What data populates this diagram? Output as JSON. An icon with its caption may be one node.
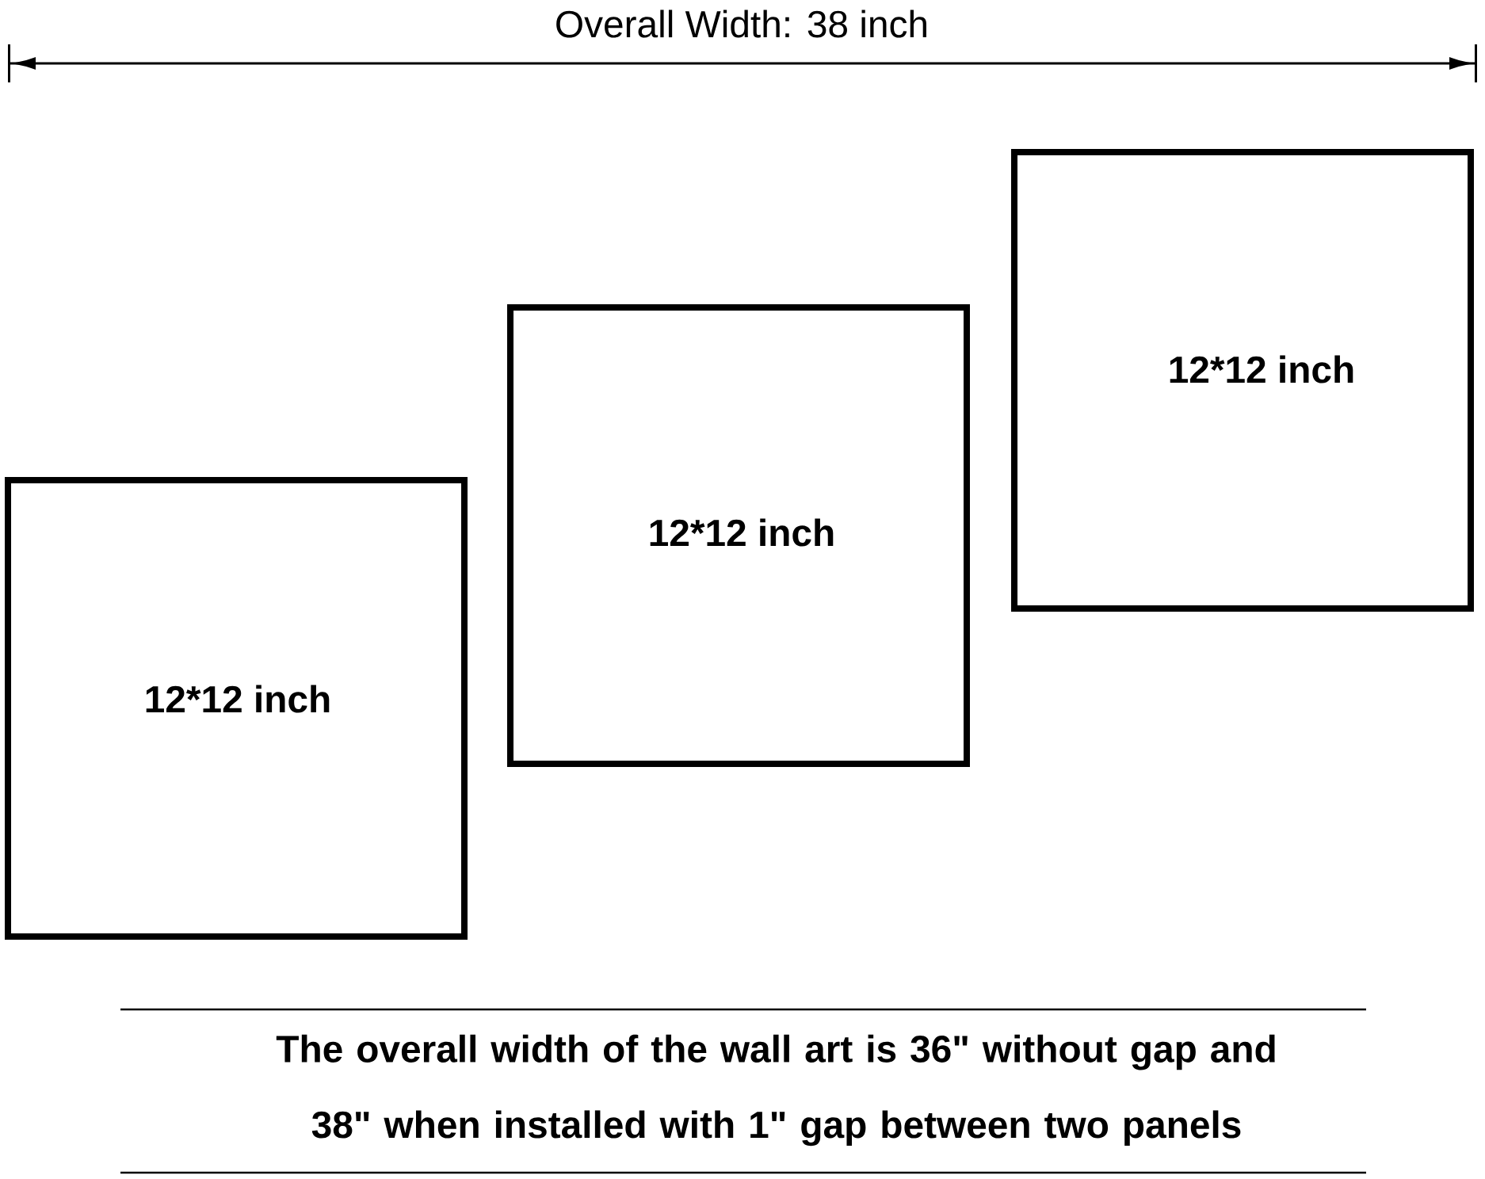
{
  "diagram": {
    "caption": "The overall width of the wall art is 36\" without gap and 38\" when installed with 1\" gap between two panels",
    "nodes": [
      {
        "text": [
          "12*12 inch"
        ]
      },
      {
        "text": [
          "12*12 inch"
        ]
      },
      {
        "text": [
          "12*12 inch"
        ]
      }
    ],
    "labels": [
      "Overall Width: 38 inch"
    ]
  }
}
